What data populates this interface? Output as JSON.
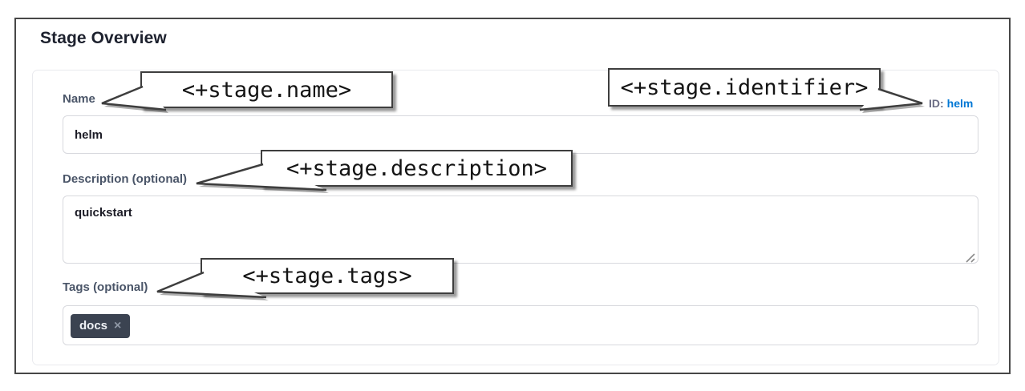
{
  "page": {
    "title": "Stage Overview"
  },
  "form": {
    "name": {
      "label": "Name",
      "value": "helm"
    },
    "identifier": {
      "label": "ID:",
      "value": "helm"
    },
    "description": {
      "label": "Description (optional)",
      "value": "quickstart"
    },
    "tags": {
      "label": "Tags (optional)",
      "chips": [
        {
          "text": "docs",
          "remove_icon": "×"
        }
      ]
    }
  },
  "callouts": {
    "name": "<+stage.name>",
    "identifier": "<+stage.identifier>",
    "description": "<+stage.description>",
    "tags": "<+stage.tags>"
  },
  "colors": {
    "accent_blue": "#0278d5",
    "tag_chip_bg": "#3b4351",
    "label_text": "#4a5568",
    "frame_border": "#474747",
    "callout_border": "#3e3e3e"
  }
}
